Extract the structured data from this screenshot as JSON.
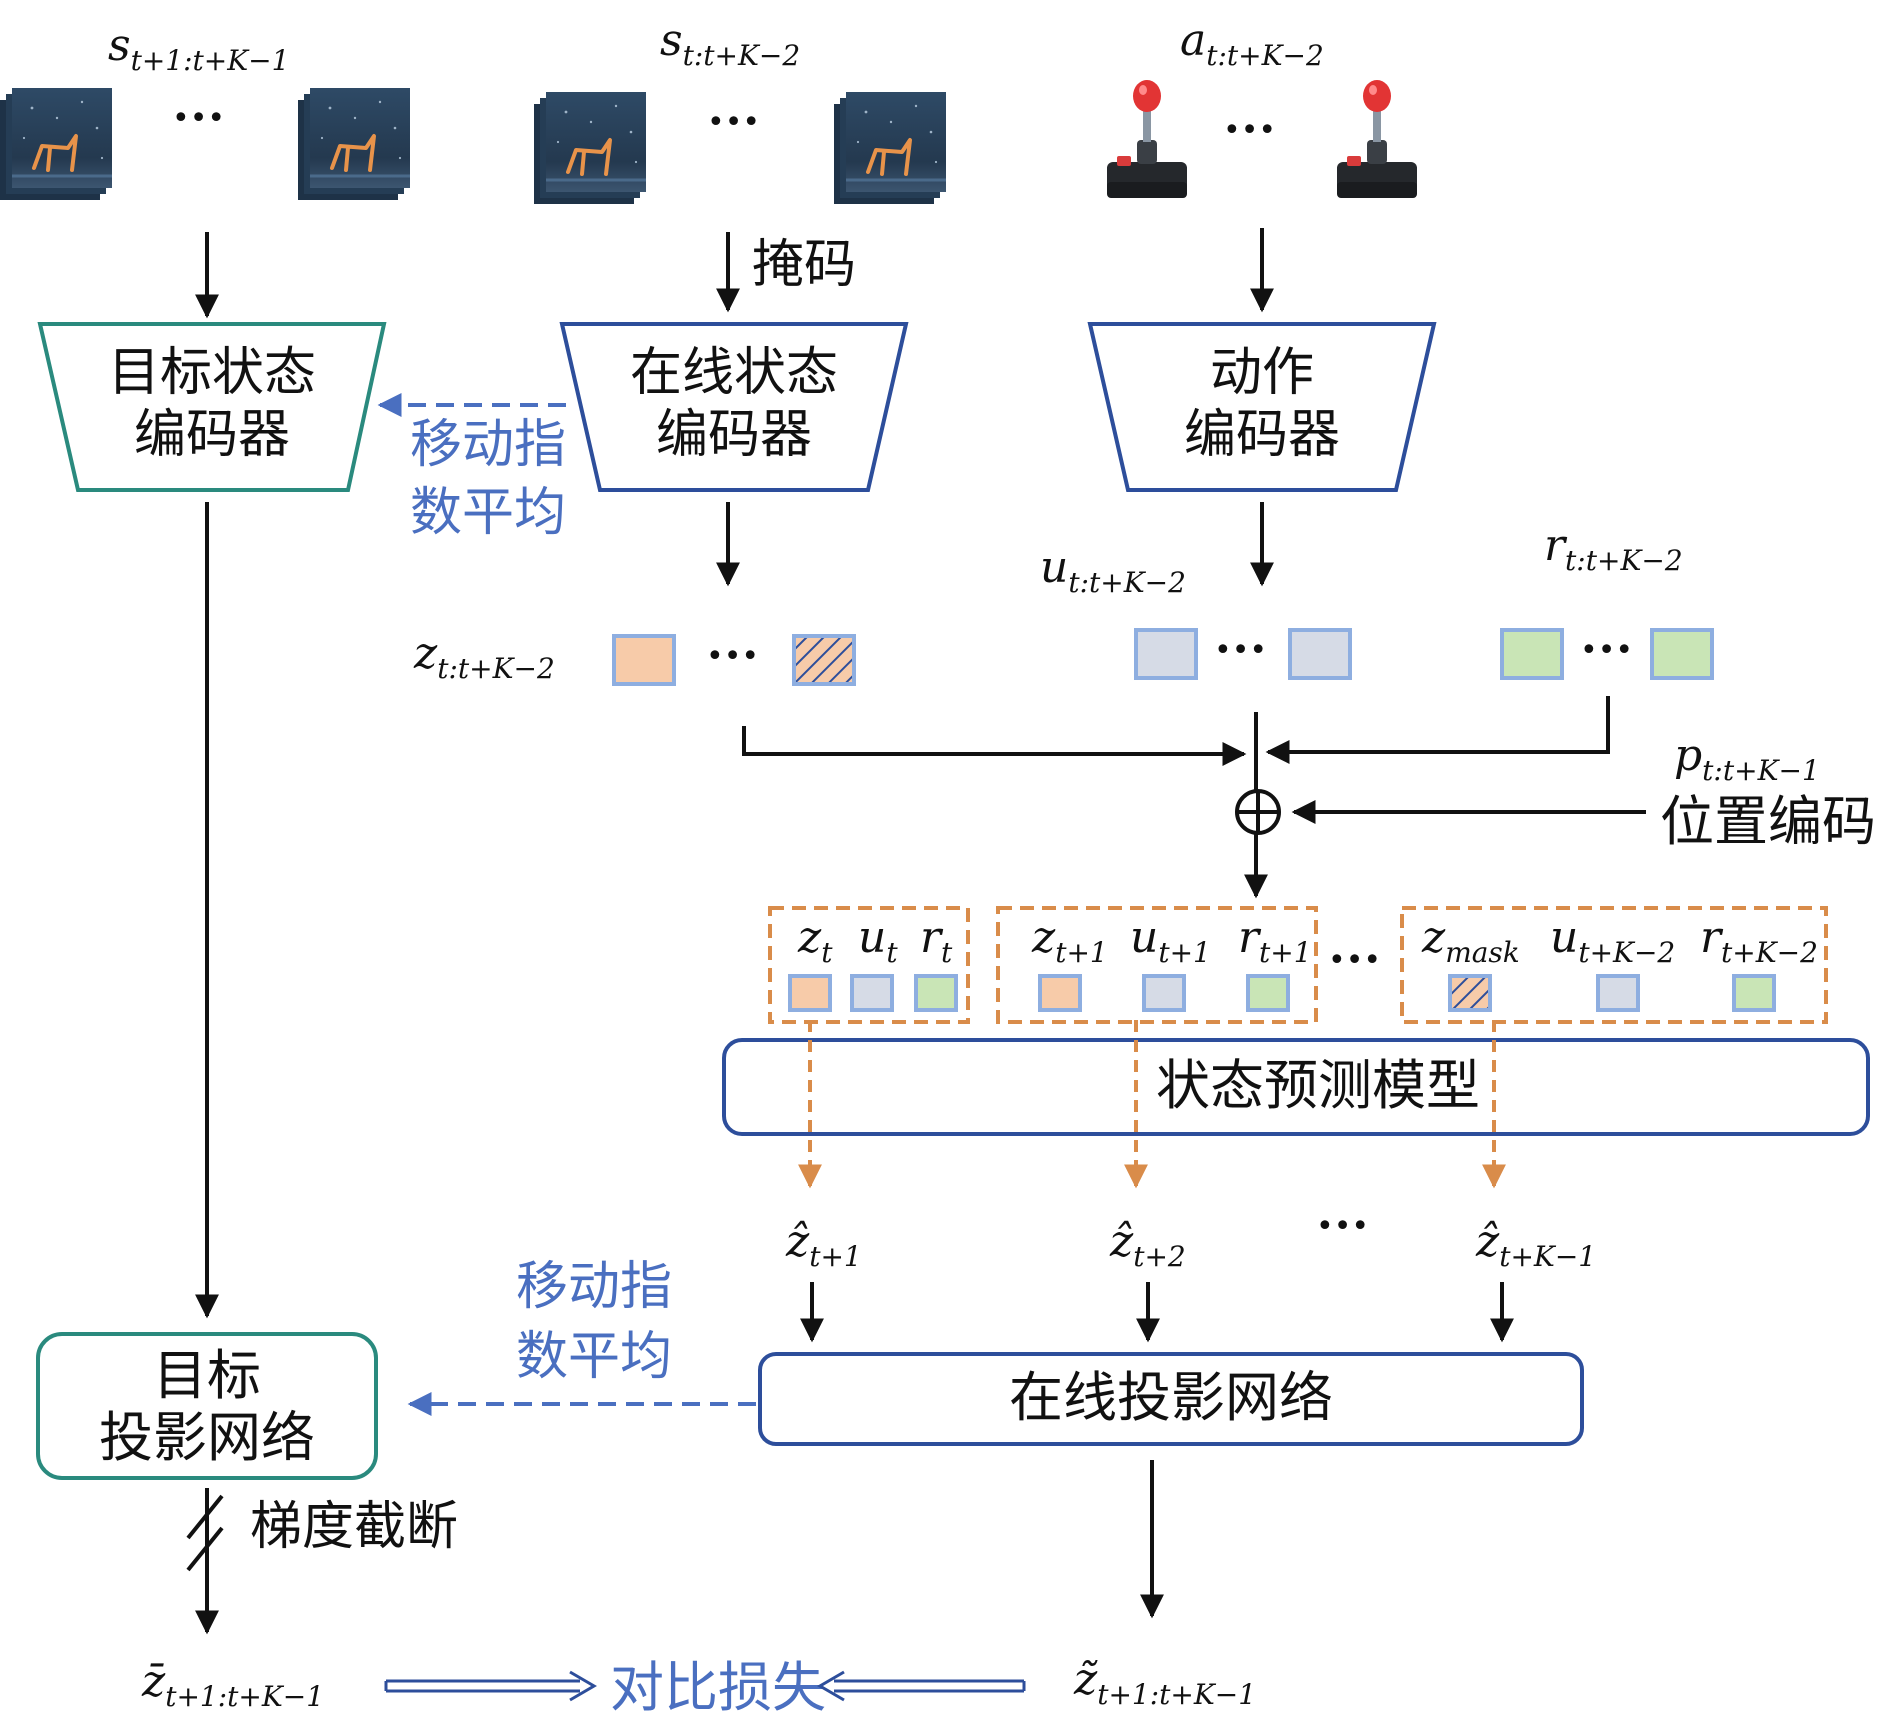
{
  "inputs": {
    "target_states": {
      "var": "s",
      "sub": "t+1:t+K−1"
    },
    "masked_states": {
      "var": "s",
      "sub": "t:t+K−2"
    },
    "actions": {
      "var": "a",
      "sub": "t:t+K−2"
    },
    "ellipsis": "•••"
  },
  "mask_label": "掩码",
  "encoders": {
    "target": [
      "目标状态",
      "编码器"
    ],
    "online": [
      "在线状态",
      "编码器"
    ],
    "action": [
      "动作",
      "编码器"
    ]
  },
  "ema_label": [
    "移动指",
    "数平均"
  ],
  "embeddings": {
    "z": {
      "var": "z",
      "sub": "t:t+K−2"
    },
    "u": {
      "var": "u",
      "sub": "t:t+K−2"
    },
    "r": {
      "var": "r",
      "sub": "t:t+K−2"
    }
  },
  "position": {
    "var": "p",
    "sub": "t:t+K−1",
    "label": "位置编码",
    "symbol": "⊕"
  },
  "token_groups": [
    {
      "tokens": [
        {
          "var": "z",
          "sub": "t"
        },
        {
          "var": "u",
          "sub": "t"
        },
        {
          "var": "r",
          "sub": "t"
        }
      ]
    },
    {
      "tokens": [
        {
          "var": "z",
          "sub": "t+1"
        },
        {
          "var": "u",
          "sub": "t+1"
        },
        {
          "var": "r",
          "sub": "t+1"
        }
      ]
    },
    {
      "tokens": [
        {
          "var": "z",
          "sub": "mask"
        },
        {
          "var": "u",
          "sub": "t+K−2"
        },
        {
          "var": "r",
          "sub": "t+K−2"
        }
      ]
    }
  ],
  "predictor_label": "状态预测模型",
  "predictions": [
    {
      "var": "ẑ",
      "sub": "t+1"
    },
    {
      "var": "ẑ",
      "sub": "t+2"
    },
    {
      "var": "ẑ",
      "sub": "t+K−1"
    }
  ],
  "online_projection": "在线投影网络",
  "target_projection": [
    "目标",
    "投影网络"
  ],
  "stop_gradient": "梯度截断",
  "outputs": {
    "target": {
      "var": "z̄",
      "sub": "t+1:t+K−1"
    },
    "online": {
      "var": "z̃",
      "sub": "t+1:t+K−1"
    }
  },
  "loss_label": "对比损失",
  "colors": {
    "teal": "#2a8a7e",
    "navy": "#2d4e9b",
    "orange": "#d98c4a",
    "z_fill": "#f7cba9",
    "u_fill": "#d6dbe6",
    "r_fill": "#c9e5b6",
    "token_border": "#8eaee0",
    "ema_blue": "#4a6fc0"
  }
}
